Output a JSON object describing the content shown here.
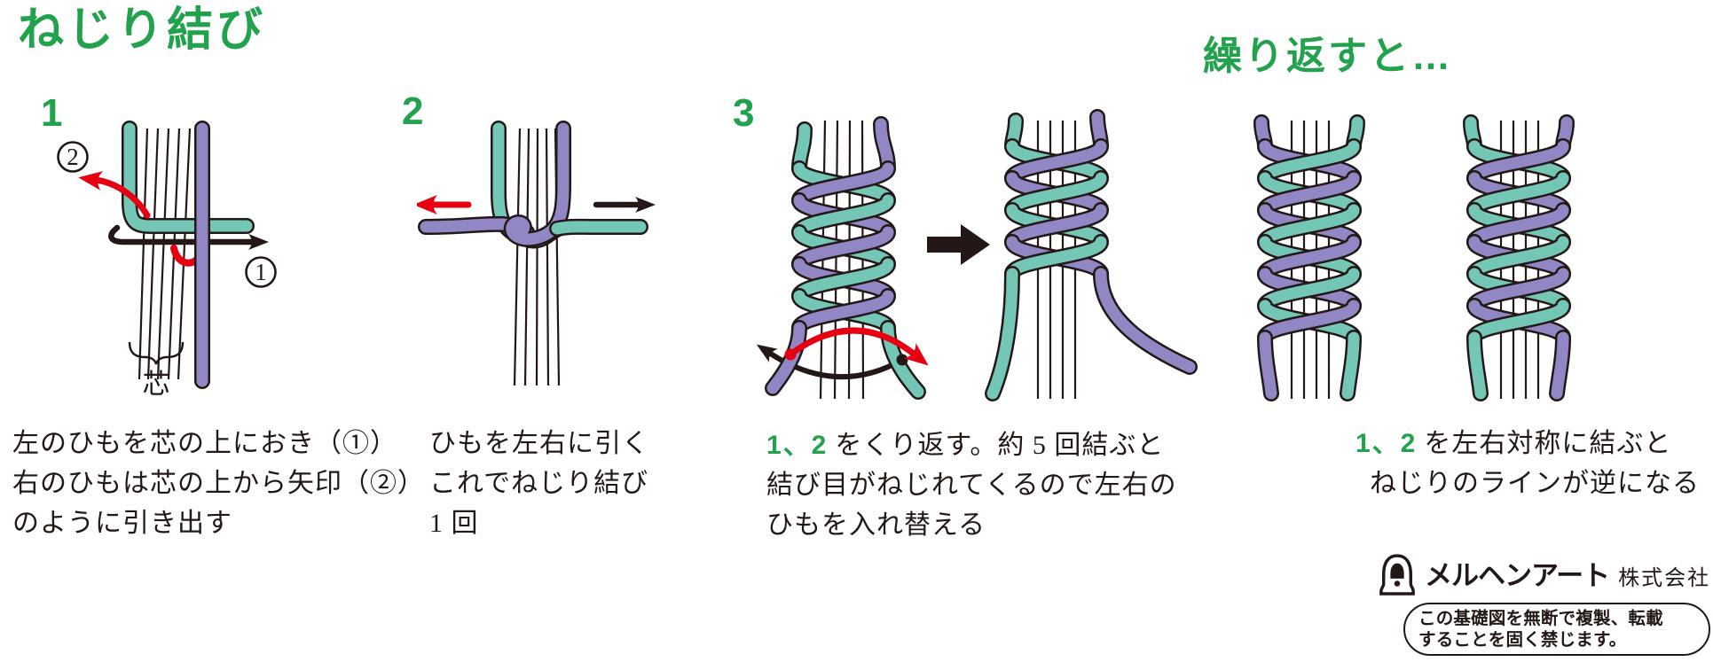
{
  "heading": {
    "title": "ねじり結び",
    "repeat": "繰り返すと…"
  },
  "numbers": {
    "s1": "1",
    "s2": "2",
    "s3": "3"
  },
  "labels": {
    "core": "芯",
    "circle1": "1",
    "circle2": "2"
  },
  "captions": {
    "c1": [
      "左のひもを芯の上におき（①）",
      "右のひもは芯の上から矢印（②）",
      "のように引き出す"
    ],
    "c2": [
      "ひもを左右に引く",
      "これでねじり結び",
      "1 回"
    ],
    "c3_green": "1、2",
    "c3": [
      "をくり返す。約 5 回結ぶと",
      "結び目がねじれてくるので左右の",
      "ひもを入れ替える"
    ],
    "c4_green": "1、2",
    "c4": [
      "を左右対称に結ぶと",
      "ねじりのラインが逆になる"
    ]
  },
  "footer": {
    "company": "メルヘンアート",
    "suffix": "株式会社",
    "notice": [
      "この基礎図を無断で複製、転載",
      "することを固く禁じます。"
    ]
  },
  "icons": {
    "logo": "bell-icon"
  },
  "colors": {
    "green": "#22A24C",
    "teal": "#74C6B7",
    "purple": "#9187C4",
    "dark": "#231815",
    "red": "#E60012",
    "white": "#ffffff"
  }
}
